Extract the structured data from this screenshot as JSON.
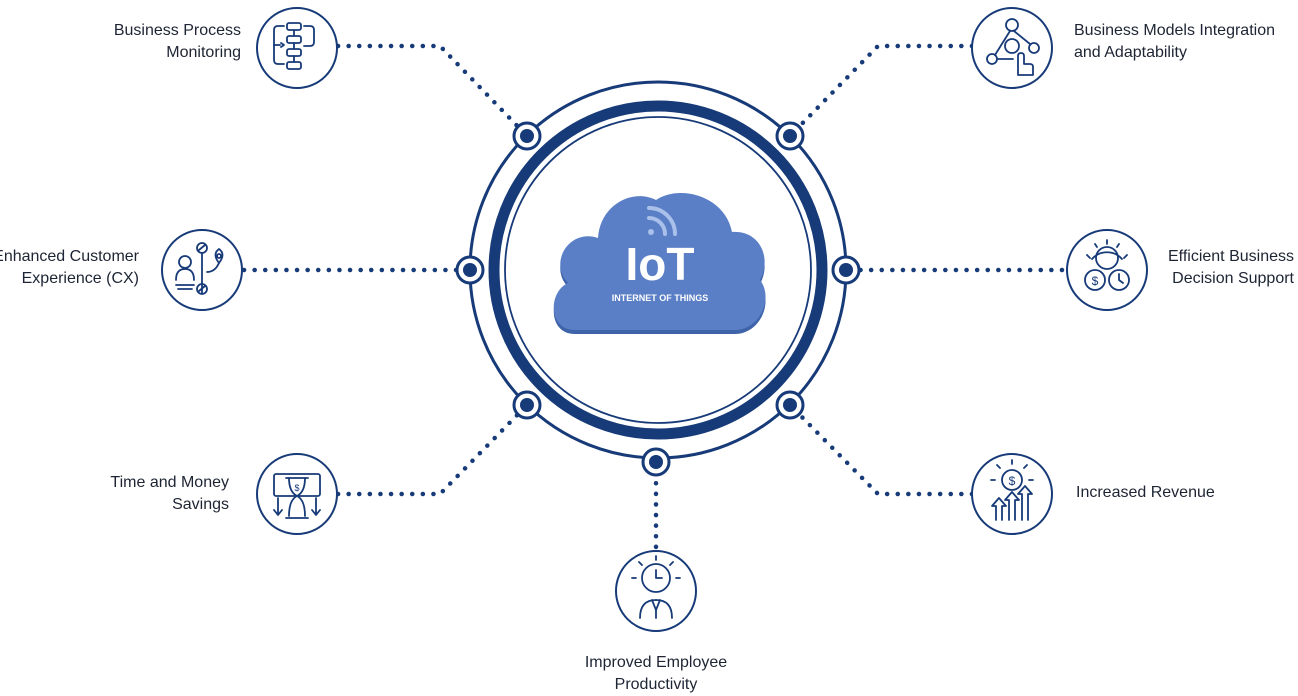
{
  "center": {
    "title": "IoT",
    "subtitle": "INTERNET OF THINGS"
  },
  "colors": {
    "navy": "#173a78",
    "cloud": "#5a7fc6",
    "cloud_shadow": "#3e63a9"
  },
  "benefits": [
    {
      "line1": "Business Process",
      "line2": "Monitoring",
      "icon": "process-flow-icon"
    },
    {
      "line1": "Business Models Integration",
      "line2": "and Adaptability",
      "icon": "network-hand-icon"
    },
    {
      "line1": "Enhanced Customer",
      "line2": "Experience (CX)",
      "icon": "customer-journey-icon"
    },
    {
      "line1": "Efficient Business",
      "line2": "Decision Support",
      "icon": "gear-coins-icon"
    },
    {
      "line1": "Time and Money",
      "line2": "Savings",
      "icon": "hourglass-money-icon"
    },
    {
      "line1": "Increased Revenue",
      "line2": "",
      "icon": "revenue-growth-icon"
    },
    {
      "line1": "Improved Employee",
      "line2": "Productivity",
      "icon": "employee-clock-icon"
    }
  ]
}
